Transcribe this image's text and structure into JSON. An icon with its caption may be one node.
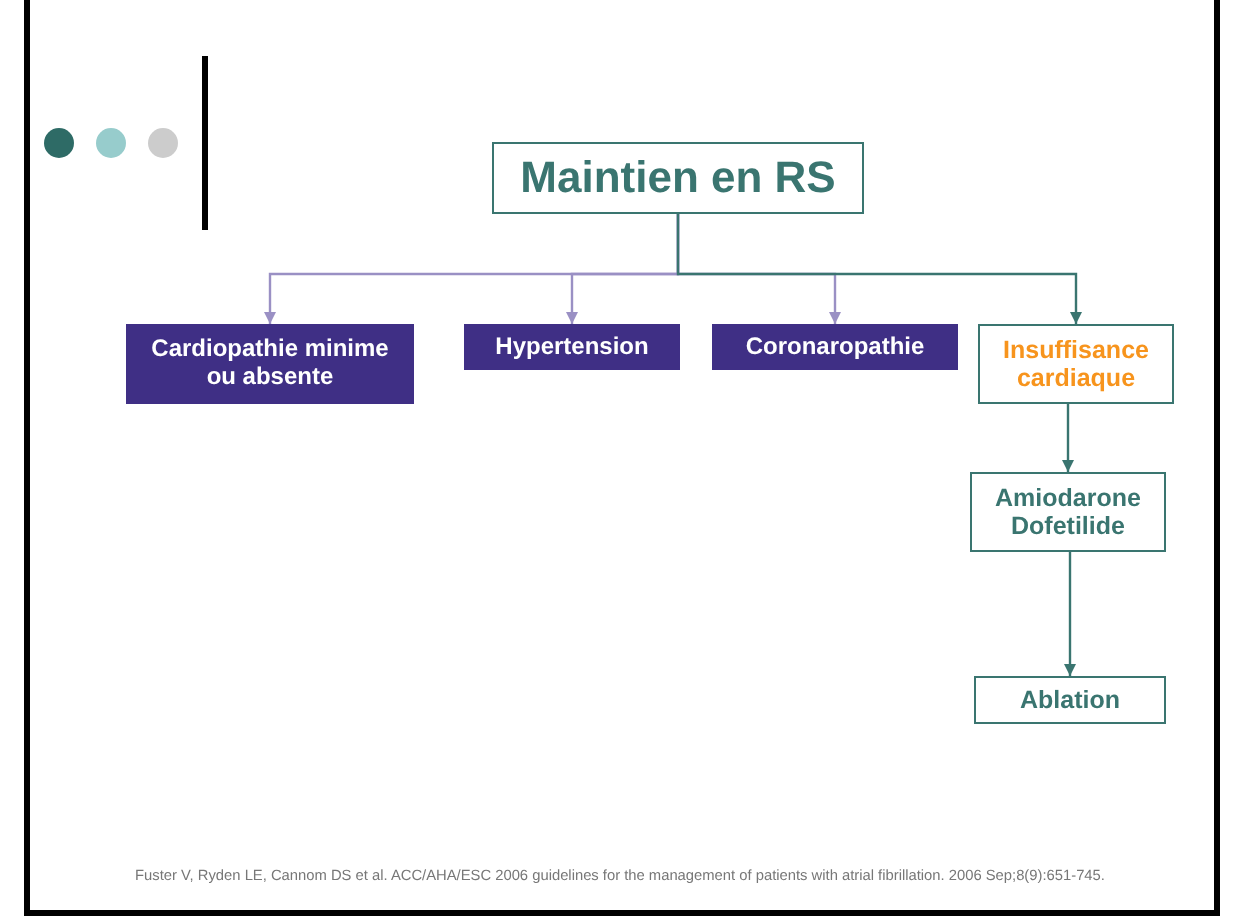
{
  "diagram": {
    "nodes": [
      {
        "text": [
          "Maintien en RS"
        ]
      },
      {
        "text": [
          "Cardiopathie minime ou absente"
        ]
      },
      {
        "text": [
          "Hypertension"
        ]
      },
      {
        "text": [
          "Coronaropathie"
        ]
      },
      {
        "text": [
          "Insuffisance cardiaque"
        ]
      },
      {
        "text": [
          "Amiodarone Dofetilide"
        ]
      },
      {
        "text": [
          "Ablation"
        ]
      }
    ],
    "edges": [
      {
        "from": 0,
        "to": 1,
        "arrow": "to",
        "color": "#9a90c4"
      },
      {
        "from": 0,
        "to": 2,
        "arrow": "to",
        "color": "#9a90c4"
      },
      {
        "from": 0,
        "to": 3,
        "arrow": "to",
        "color": "#9a90c4"
      },
      {
        "from": 0,
        "to": 4,
        "arrow": "to",
        "color": "#3a7570"
      },
      {
        "from": 4,
        "to": 5,
        "arrow": "to",
        "color": "#3a7570"
      },
      {
        "from": 5,
        "to": 6,
        "arrow": "to",
        "color": "#3a7570"
      }
    ],
    "labels": [
      "Fuster V, Ryden LE, Cannom DS et al. ACC/AHA/ESC 2006 guidelines for the management of patients with atrial fibrillation. 2006 Sep;8(9):651-745."
    ]
  }
}
